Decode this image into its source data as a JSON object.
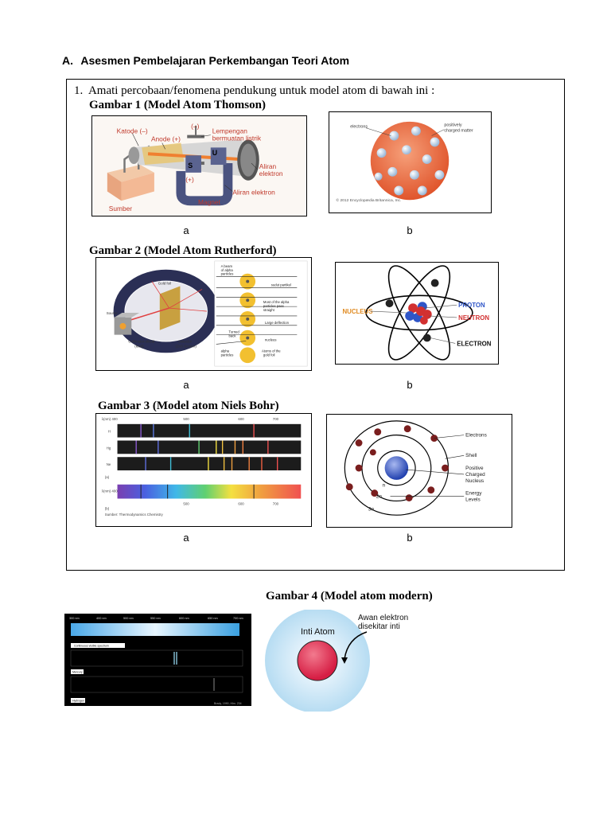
{
  "section": {
    "letter": "A.",
    "title": "Asesmen Pembelajaran Perkembangan Teori Atom"
  },
  "question": {
    "number": "1.",
    "text": "Amati percobaan/fenomena pendukung untuk model atom di bawah ini :"
  },
  "gambar1": {
    "title": "Gambar 1 (Model Atom Thomson)",
    "caption_a": "a",
    "caption_b": "b",
    "a": {
      "katode": "Katode (–)",
      "anode": "Anode (+)",
      "minus": "(–)",
      "plus": "(+)",
      "lempengan1": "Lempengan",
      "lempengan2": "bermuatan listrik",
      "u": "U",
      "s": "S",
      "aliran1": "Aliran",
      "aliran2": "elektron",
      "aliran3": "Aliran elektron",
      "magnet": "Magnet",
      "sumber": "Sumber"
    },
    "b": {
      "electrons": "electrons",
      "pos1": "positively",
      "pos2": "charged matter",
      "copyright": "© 2012 Encyclopædia Britannica, Inc."
    }
  },
  "gambar2": {
    "title": "Gambar 2 (Model Atom Rutherford)",
    "caption_a": "a",
    "caption_b": "b",
    "a": {
      "beam1": "A beam",
      "beam2": "of alpha",
      "beam3": "particles",
      "sudut": "sudut partikel",
      "most1": "Most of the alpha",
      "most2": "particles pass",
      "most3": "straight",
      "large": "Large deflection",
      "turned1": "Turned",
      "turned2": "back",
      "nucleus": "nucleus",
      "alpha1": "alpha",
      "alpha2": "particles",
      "atoms1": "Atoms of the",
      "atoms2": "gold foil",
      "source": "Source",
      "gold": "Gold foil",
      "coll1": "Collimator-shield",
      "coll2": "(lead)",
      "det1": "Detector",
      "det2": "(ZnS Screen)"
    },
    "b": {
      "nucleus": "NUCLEUS",
      "proton": "PROTON",
      "neutron": "NEUTRON",
      "electron": "ELECTRON"
    }
  },
  "gambar3": {
    "title": "Gambar 3 (Model atom Niels Bohr)",
    "caption_a": "a",
    "caption_b": "b",
    "a": {
      "ticks": [
        "λ(nm) 400",
        "500",
        "600",
        "700"
      ],
      "rows": [
        "H",
        "Hg",
        "Ne"
      ],
      "panel_a": "(a)",
      "panel_b": "(b)",
      "ticks2": [
        "λ(nm) 400",
        "500",
        "600",
        "700"
      ],
      "credit": "Sumber: Thermodynamics Chemistry"
    },
    "b": {
      "electrons": "Electrons",
      "shell": "Shell",
      "pos1": "Positive",
      "pos2": "Charged",
      "pos3": "Nucleus",
      "energy1": "Energy",
      "energy2": "Levels",
      "n": "n",
      "twon": "2n",
      "threen": "3n"
    }
  },
  "gambar4": {
    "title": "Gambar 4 (Model atom modern)",
    "spectrum": {
      "ticks": [
        "300 nm",
        "400 nm",
        "500 nm",
        "550 nm",
        "600 nm",
        "650 nm",
        "700 nm"
      ],
      "label1": "Continuous visible spectrum",
      "label2": "Mercury",
      "label3": "Hydrogen",
      "credit": "Brady, 1990, Hlm. 234"
    },
    "atom": {
      "inti": "Inti Atom",
      "awan1": "Awan elektron",
      "awan2": "disekitar inti"
    }
  }
}
